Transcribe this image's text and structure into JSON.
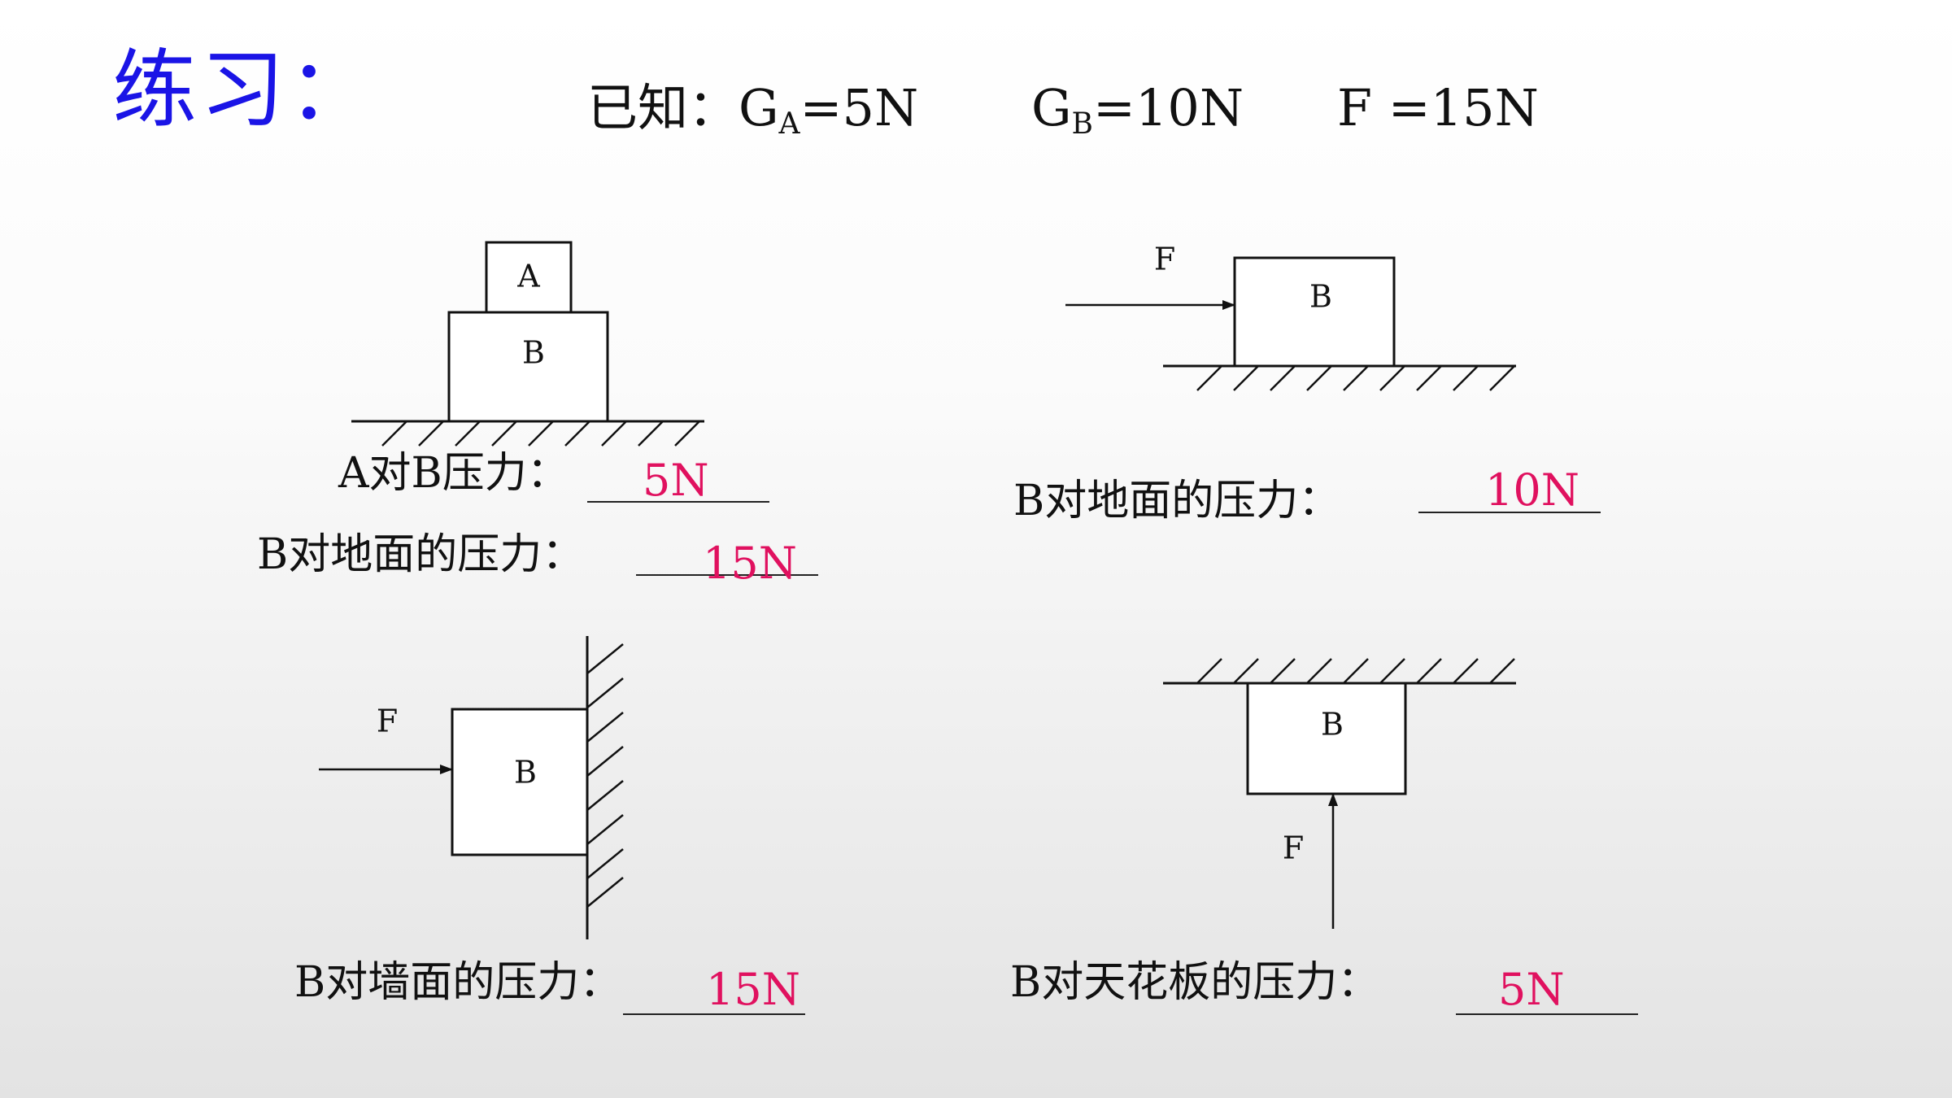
{
  "title": "练习：",
  "given": {
    "prefix": "已知：",
    "ga": {
      "symbol": "G",
      "sub": "A",
      "value": "=5N"
    },
    "gb": {
      "symbol": "G",
      "sub": "B",
      "value": "=10N"
    },
    "f": {
      "text": "F =15N"
    }
  },
  "figures": {
    "fig1": {
      "block_a": "A",
      "block_b": "B"
    },
    "fig2": {
      "force": "F",
      "block": "B"
    },
    "fig3": {
      "force": "F",
      "block": "B"
    },
    "fig4": {
      "force": "F",
      "block": "B"
    }
  },
  "questions": {
    "q1": {
      "label": "A对B压力：",
      "answer": "5N"
    },
    "q2": {
      "label": "B对地面的压力：",
      "answer": "15N"
    },
    "q3": {
      "label": "B对地面的压力：",
      "answer": "10N"
    },
    "q4": {
      "label": "B对墙面的压力：",
      "answer": "15N"
    },
    "q5": {
      "label": "B对天花板的压力：",
      "answer": "5N"
    }
  },
  "colors": {
    "title": "#1a14e6",
    "answer": "#e0115f",
    "line": "#111111"
  }
}
